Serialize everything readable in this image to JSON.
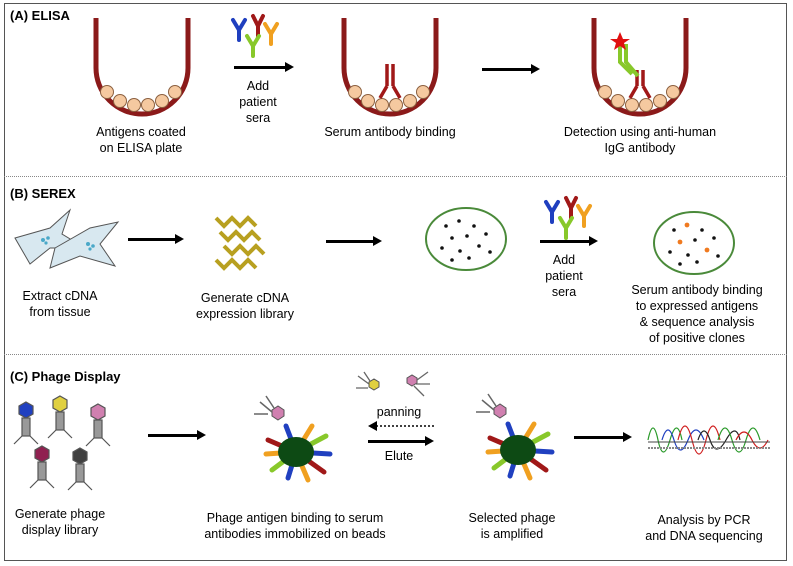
{
  "sections": [
    {
      "title": "(A) ELISA",
      "step_labels": [
        "Antigens coated",
        "on ELISA plate",
        "Add",
        "patient",
        "sera",
        "Serum antibody binding",
        "Detection using anti-human",
        "IgG antibody"
      ]
    },
    {
      "title": "(B) SEREX",
      "step_labels": [
        "Extract cDNA",
        "from tissue",
        "Generate cDNA",
        "expression library",
        "Add",
        "patient",
        "sera",
        "Serum antibody binding",
        "to expressed antigens",
        "& sequence analysis",
        "of positive clones"
      ]
    },
    {
      "title": "(C) Phage Display",
      "step_labels": [
        "Generate phage",
        "display library",
        "Phage antigen binding to serum",
        "antibodies immobilized on beads",
        "panning",
        "Elute",
        "Selected phage",
        "is amplified",
        "Analysis by PCR",
        "and DNA sequencing"
      ]
    }
  ],
  "colors": {
    "plate": "#8b1a1a",
    "bead": "#f5c9a0",
    "antibody_blue": "#1f3fbf",
    "antibody_red": "#a01818",
    "antibody_green": "#88c82a",
    "antibody_orange": "#f0a020",
    "star": "#e01010",
    "dish_border": "#4a8a3a",
    "cdna": "#b8a020",
    "cell": "#d8e8f0",
    "bead_dark": "#0d4a14"
  }
}
